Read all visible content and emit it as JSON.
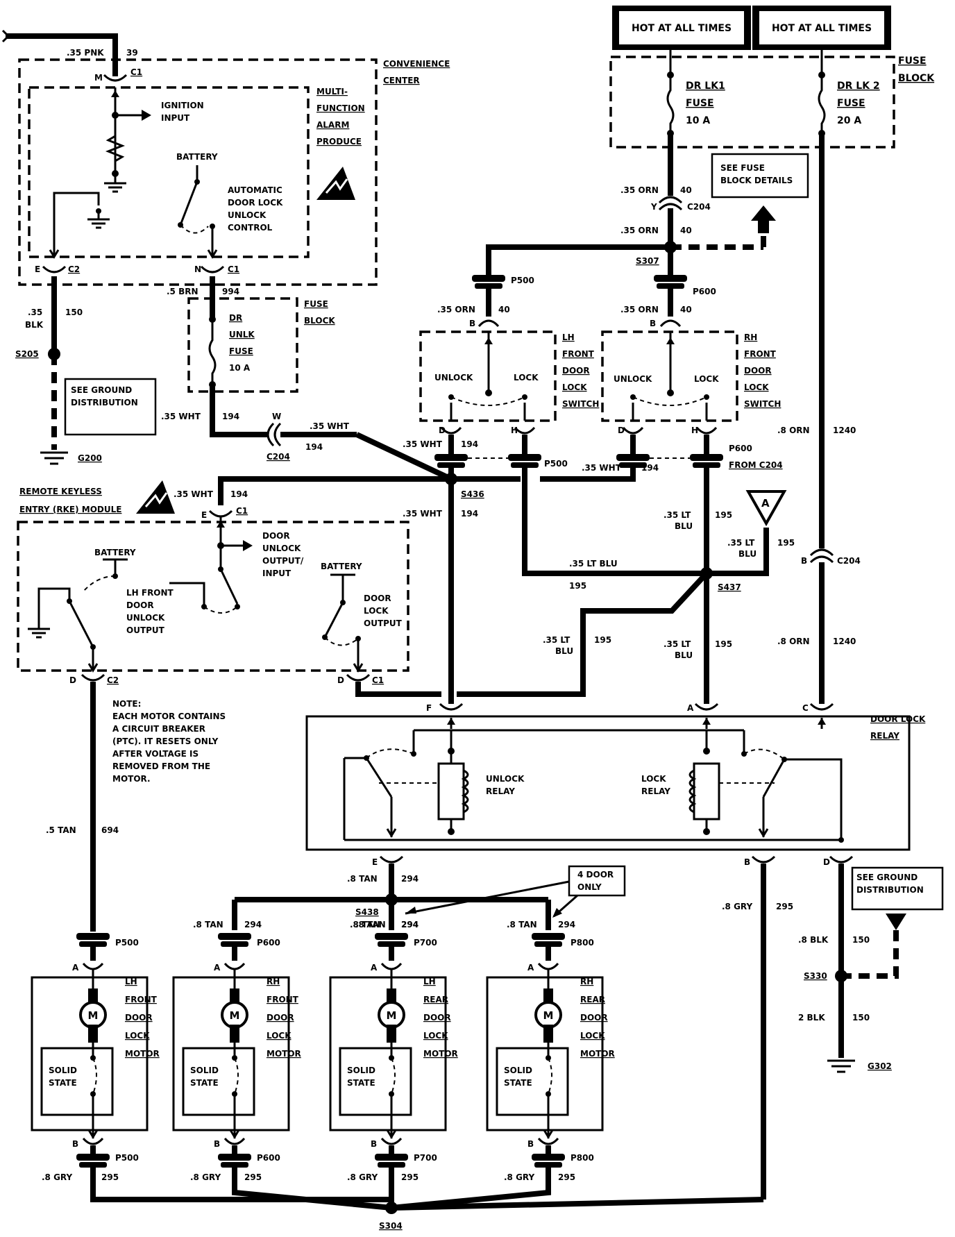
{
  "hot_labels": [
    "HOT AT ALL TIMES",
    "HOT AT ALL TIMES"
  ],
  "fuse_block_top": {
    "label": [
      "FUSE",
      "BLOCK"
    ],
    "fuse1": [
      "DR LK1",
      "FUSE",
      "10 A"
    ],
    "fuse2": [
      "DR LK 2",
      "FUSE",
      "20 A"
    ],
    "see_details": [
      "SEE FUSE",
      "BLOCK DETAILS"
    ]
  },
  "convenience_center": {
    "label": [
      "CONVENIENCE",
      "CENTER"
    ],
    "mfap": [
      "MULTI-",
      "FUNCTION",
      "ALARM",
      "PRODUCE"
    ],
    "ignition_input": [
      "IGNITION",
      "INPUT"
    ],
    "battery": "BATTERY",
    "auto_lock": [
      "AUTOMATIC",
      "DOOR LOCK",
      "UNLOCK",
      "CONTROL"
    ]
  },
  "dr_unlk_fuse": {
    "block_label": [
      "FUSE",
      "BLOCK"
    ],
    "fuse": [
      "DR",
      "UNLK",
      "FUSE",
      "10 A"
    ]
  },
  "see_ground_1": [
    "SEE GROUND",
    "DISTRIBUTION"
  ],
  "see_ground_2": [
    "SEE GROUND",
    "DISTRIBUTION"
  ],
  "rke": {
    "label": [
      "REMOTE KEYLESS",
      "ENTRY (RKE) MODULE"
    ],
    "battery1": "BATTERY",
    "battery2": "BATTERY",
    "lh_unlock": [
      "LH FRONT",
      "DOOR",
      "UNLOCK",
      "OUTPUT"
    ],
    "door_unlock_io": [
      "DOOR",
      "UNLOCK",
      "OUTPUT/",
      "INPUT"
    ],
    "door_lock_out": [
      "DOOR",
      "LOCK",
      "OUTPUT"
    ]
  },
  "lh_switch": {
    "label": [
      "LH",
      "FRONT",
      "DOOR",
      "LOCK",
      "SWITCH"
    ],
    "unlock": "UNLOCK",
    "lock": "LOCK"
  },
  "rh_switch": {
    "label": [
      "RH",
      "FRONT",
      "DOOR",
      "LOCK",
      "SWITCH"
    ],
    "unlock": "UNLOCK",
    "lock": "LOCK"
  },
  "relay": {
    "label": [
      "DOOR LOCK",
      "RELAY"
    ],
    "unlock": [
      "UNLOCK",
      "RELAY"
    ],
    "lock": [
      "LOCK",
      "RELAY"
    ]
  },
  "note": [
    "NOTE:",
    "EACH MOTOR CONTAINS",
    "A CIRCUIT BREAKER",
    "(PTC).  IT RESETS ONLY",
    "AFTER VOLTAGE IS",
    "REMOVED FROM THE",
    "MOTOR."
  ],
  "four_door": [
    "4 DOOR",
    "ONLY"
  ],
  "motors": [
    {
      "name": [
        "LH",
        "FRONT",
        "DOOR",
        "LOCK",
        "MOTOR"
      ],
      "top_conn": "P500",
      "bot_conn": "P500",
      "top_wire": "",
      "top_num": ""
    },
    {
      "name": [
        "RH",
        "FRONT",
        "DOOR",
        "LOCK",
        "MOTOR"
      ],
      "top_conn": "P600",
      "bot_conn": "P600",
      "top_wire": ".8 TAN",
      "top_num": "294"
    },
    {
      "name": [
        "LH",
        "REAR",
        "DOOR",
        "LOCK",
        "MOTOR"
      ],
      "top_conn": "P700",
      "bot_conn": "P700",
      "top_wire": ".8 TAN",
      "top_num": "294"
    },
    {
      "name": [
        "RH",
        "REAR",
        "DOOR",
        "LOCK",
        "MOTOR"
      ],
      "top_conn": "P800",
      "bot_conn": "P800",
      "top_wire": ".8 TAN",
      "top_num": "294"
    }
  ],
  "motor_symbol": "M",
  "solid_state": [
    "SOLID",
    "STATE"
  ],
  "wire_labels": {
    "pnk": ".35 PNK",
    "pnk_num": "39",
    "c1_top": "C1",
    "m": "M",
    "e_c2": "E",
    "c2": "C2",
    "n_c1": "N",
    "c1": "C1",
    "blk35": ".35",
    "blk": "BLK",
    "n150": "150",
    "s205": "S205",
    "g200": "G200",
    "brn": ".5 BRN",
    "n994": "994",
    "wht194a": ".35 WHT",
    "n194a": "194",
    "w": "W",
    "wht194b": ".35 WHT",
    "n194b": "194",
    "c204a": "C204",
    "wht194c": ".35 WHT",
    "n194c": "194",
    "wht194d": ".35 WHT",
    "n194d": "194",
    "wht194e": ".35 WHT",
    "n194e": "194",
    "wht194f": ".35 WHT",
    "n194f": "194",
    "s436": "S436",
    "e_rke": "E",
    "c1_rke": "C1",
    "d_c2": "D",
    "c2_rke": "C2",
    "d_c1": "D",
    "c1_rke2": "C1",
    "orn40a": ".35 ORN",
    "n40a": "40",
    "y": "Y",
    "c204b": "C204",
    "orn40b": ".35 ORN",
    "n40b": "40",
    "s307": "S307",
    "p500a": "P500",
    "p600a": "P600",
    "orn40c": ".35 ORN",
    "n40c": "40",
    "b1": "B",
    "orn40d": ".35 ORN",
    "n40d": "40",
    "b2": "B",
    "d1": "D",
    "h1": "H",
    "d2": "D",
    "h2": "H",
    "p500b": "P500",
    "p600b": "P600",
    "from_c204": "FROM C204",
    "ltblu1": ".35 LT BLU",
    "n195a": "195",
    "ltblu2a": ".35 LT",
    "ltblu2b": "BLU",
    "n195b": "195",
    "ltblu3a": ".35 LT",
    "ltblu3b": "BLU",
    "n195c": "195",
    "ltblu4a": ".35 LT",
    "ltblu4b": "BLU",
    "n195d": "195",
    "ltblu5a": ".35 LT",
    "ltblu5b": "BLU",
    "n195e": "195",
    "s437": "S437",
    "a_tri": "A",
    "orn1240a": ".8 ORN",
    "n1240a": "1240",
    "b_c204": "B",
    "c204c": "C204",
    "orn1240b": ".8 ORN",
    "n1240b": "1240",
    "f": "F",
    "a": "A",
    "c": "C",
    "e_out": "E",
    "b_out": "B",
    "d_out": "D",
    "tan294": ".8 TAN",
    "n294": "294",
    "s438": "S438",
    "tan294b": ".8 TAN",
    "n294b": "294",
    "tan694": ".5 TAN",
    "n694": "694",
    "gry295": ".8 GRY",
    "n295": "295",
    "blk150a": ".8 BLK",
    "n150a": "150",
    "s330": "S330",
    "blk150b": "2 BLK",
    "n150b": "150",
    "g302": "G302",
    "pin_a": "A",
    "pin_b": "B",
    "gry_bottom": ".8 GRY",
    "n295_bottom": "295",
    "s304": "S304"
  }
}
